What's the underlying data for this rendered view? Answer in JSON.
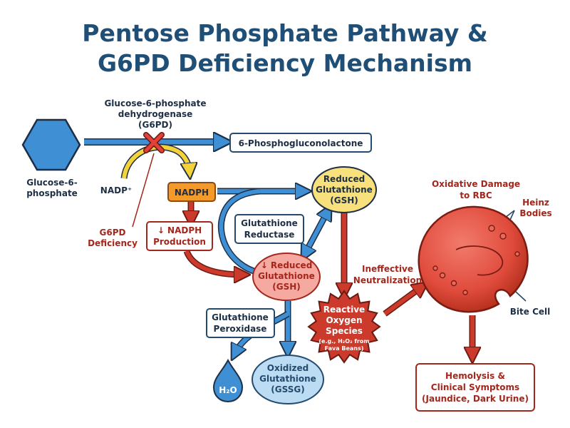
{
  "title": {
    "line1": "Pentose Phosphate Pathway &",
    "line2": "G6PD Deficiency Mechanism"
  },
  "nodes": {
    "glucose6p": {
      "line1": "Glucose-6-",
      "line2": "phosphate"
    },
    "g6pd_enzyme": {
      "line1": "Glucose-6-phosphate",
      "line2": "dehydrogenase",
      "line3": "(G6PD)"
    },
    "phosphogluconolactone": "6-Phosphogluconolactone",
    "nadp": "NADP⁺",
    "nadph": "NADPH",
    "g6pd_deficiency": {
      "line1": "G6PD",
      "line2": "Deficiency"
    },
    "low_nadph": {
      "line1": "↓ NADPH",
      "line2": "Production"
    },
    "glutathione_reductase": {
      "line1": "Glutathione",
      "line2": "Reductase"
    },
    "reduced_gsh": {
      "line1": "Reduced",
      "line2": "Glutathione",
      "line3": "(GSH)"
    },
    "low_gsh": {
      "line1": "↓ Reduced",
      "line2": "Glutathione",
      "line3": "(GSH)"
    },
    "glutathione_peroxidase": {
      "line1": "Glutathione",
      "line2": "Peroxidase"
    },
    "water": "H₂O",
    "oxidized_gssg": {
      "line1": "Oxidized",
      "line2": "Glutathione",
      "line3": "(GSSG)"
    },
    "ros": {
      "line1": "Reactive",
      "line2": "Oxygen",
      "line3": "Species",
      "note1": "(e.g., H₂O₂ from",
      "note2": "Fava Beans)"
    },
    "ineffective": {
      "line1": "Ineffective",
      "line2": "Neutralization"
    },
    "oxidative_damage": {
      "line1": "Oxidative Damage",
      "line2": "to RBC"
    },
    "heinz": {
      "line1": "Heinz",
      "line2": "Bodies"
    },
    "bite_cell": "Bite Cell",
    "hemolysis": {
      "line1": "Hemolysis &",
      "line2": "Clinical Symptoms",
      "line3": "(Jaundice, Dark Urine)"
    }
  },
  "colors": {
    "title": "#1f4f77",
    "blue_arrow": "#3f8fd4",
    "red_arrow": "#cc3a2c",
    "dark_red_text": "#a3271c",
    "hexagon": "#3f8fd4",
    "nadph_box": "#f39a2b",
    "gsh_yellow": "#f8e07c",
    "gsh_low_pink": "#f6a9a1",
    "gssg_blue": "#bcdcf4",
    "rbc_red": "#e04b3c",
    "ros_star": "#cc3a2c"
  },
  "icons": {
    "block": "red-x-block-icon",
    "water": "water-drop-icon",
    "cell": "red-blood-cell-icon"
  }
}
